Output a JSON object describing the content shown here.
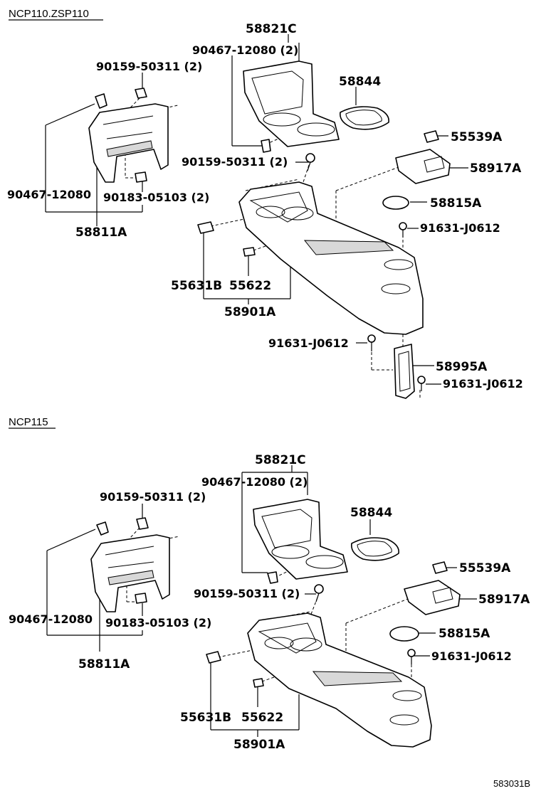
{
  "sections": [
    {
      "title": "NCP110.ZSP110",
      "labels": {
        "l58821C": "58821C",
        "l90467_2": "90467-12080 (2)",
        "l58844": "58844",
        "l90159_top": "90159-50311 (2)",
        "l90159_mid": "90159-50311 (2)",
        "l55539A": "55539A",
        "l58917A": "58917A",
        "l90467": "90467-12080",
        "l90183": "90183-05103 (2)",
        "l58815A": "58815A",
        "l91631_a": "91631-J0612",
        "l58811A": "58811A",
        "l55631B": "55631B",
        "l55622": "55622",
        "l58901A": "58901A",
        "l91631_b": "91631-J0612",
        "l58995A": "58995A",
        "l91631_c": "91631-J0612"
      }
    },
    {
      "title": "NCP115",
      "labels": {
        "l58821C": "58821C",
        "l90467_2": "90467-12080 (2)",
        "l58844": "58844",
        "l90159_top": "90159-50311 (2)",
        "l55539A": "55539A",
        "l90159_mid": "90159-50311 (2)",
        "l58917A": "58917A",
        "l90467": "90467-12080",
        "l90183": "90183-05103 (2)",
        "l58815A": "58815A",
        "l91631_a": "91631-J0612",
        "l58811A": "58811A",
        "l55631B": "55631B",
        "l55622": "55622",
        "l58901A": "58901A"
      }
    }
  ],
  "diagram_code": "583031B"
}
